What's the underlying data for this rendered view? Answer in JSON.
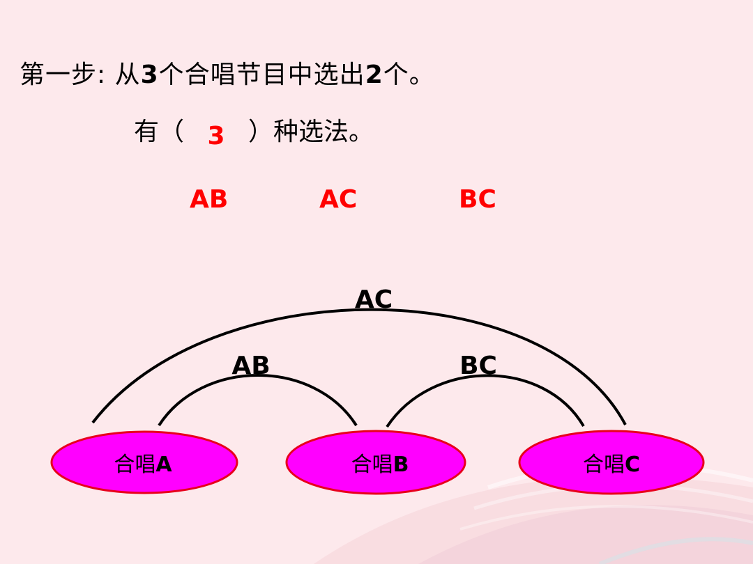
{
  "step": {
    "prefix": "第一步:",
    "from": "从",
    "total": "3",
    "middle": "个合唱节目中选出",
    "choose": "2",
    "suffix": "个。"
  },
  "answer_line": {
    "before": "有（",
    "answer": "3",
    "after": "）种选法。"
  },
  "combinations": [
    "AB",
    "AC",
    "BC"
  ],
  "nodes": [
    {
      "prefix": "合唱",
      "letter": "A"
    },
    {
      "prefix": "合唱",
      "letter": "B"
    },
    {
      "prefix": "合唱",
      "letter": "C"
    }
  ],
  "arcs": [
    "AB",
    "BC",
    "AC"
  ],
  "colors": {
    "background": "#fde9ec",
    "highlight": "#ff0000",
    "node_fill": "#ff00ff",
    "node_stroke": "#e8001c"
  }
}
